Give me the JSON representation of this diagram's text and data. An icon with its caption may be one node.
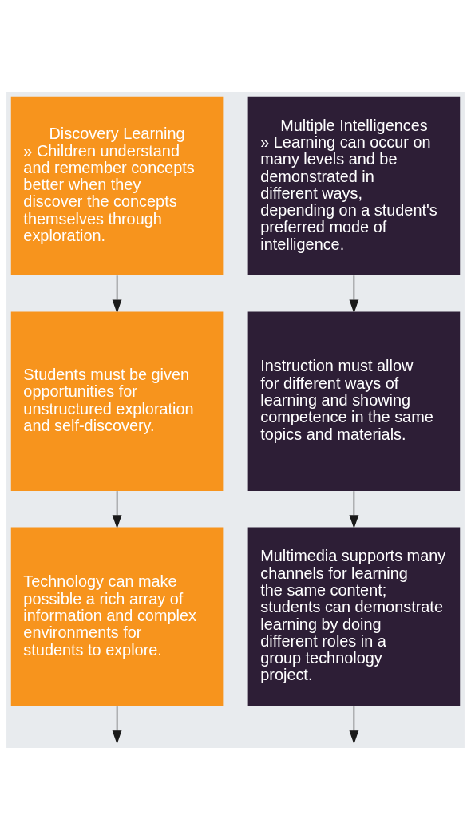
{
  "diagram": {
    "nodes": [
      {
        "text": [
          "Discovery Learning",
          "» Children understand and remember concepts better when they discover the concepts themselves through exploration."
        ]
      },
      {
        "text": [
          "Multiple Intelligences",
          "» Learning can occur on many levels and be demonstrated in different ways, depending on a student's preferred mode of intelligence."
        ]
      },
      {
        "text": [
          "Students must be given opportunities for unstructured exploration and self-discovery."
        ]
      },
      {
        "text": [
          "Instruction must allow for different ways of learning and showing competence in the same topics and materials."
        ]
      },
      {
        "text": [
          "Technology can make possible a rich array of information and complex environments for students to explore."
        ]
      },
      {
        "text": [
          "Multimedia supports many channels for learning the same content; students can demonstrate learning by doing different roles in a group technology project."
        ]
      }
    ],
    "edges": [
      {
        "from": 0,
        "to": 2,
        "arrow": "to"
      },
      {
        "from": 1,
        "to": 3,
        "arrow": "to"
      },
      {
        "from": 2,
        "to": 4,
        "arrow": "to"
      },
      {
        "from": 3,
        "to": 5,
        "arrow": "to"
      },
      {
        "from": 4,
        "to": null,
        "arrow": "to"
      },
      {
        "from": 5,
        "to": null,
        "arrow": "to"
      }
    ]
  }
}
